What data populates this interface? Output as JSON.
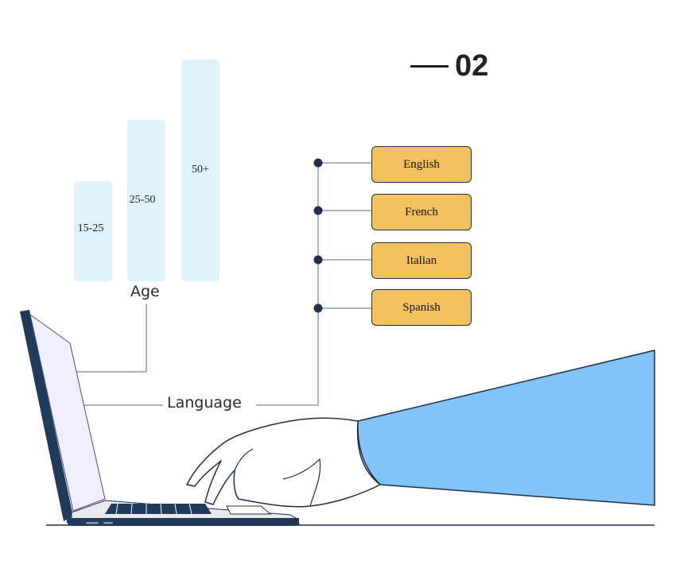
{
  "step": {
    "number": "02"
  },
  "age": {
    "caption": "Age",
    "groups": [
      {
        "label": "15-25",
        "level": 1
      },
      {
        "label": "25-50",
        "level": 2
      },
      {
        "label": "50+",
        "level": 3
      }
    ],
    "bar_color": "#dff1fa"
  },
  "language": {
    "caption": "Language",
    "options": [
      {
        "label": "English"
      },
      {
        "label": "French"
      },
      {
        "label": "Italian"
      },
      {
        "label": "Spanish"
      }
    ],
    "box_color": "#f3c15e"
  },
  "illustration": {
    "laptop_screen_color": "#f1efff",
    "laptop_body_color": "#1f3a5a",
    "sleeve_color": "#82c4f8"
  }
}
